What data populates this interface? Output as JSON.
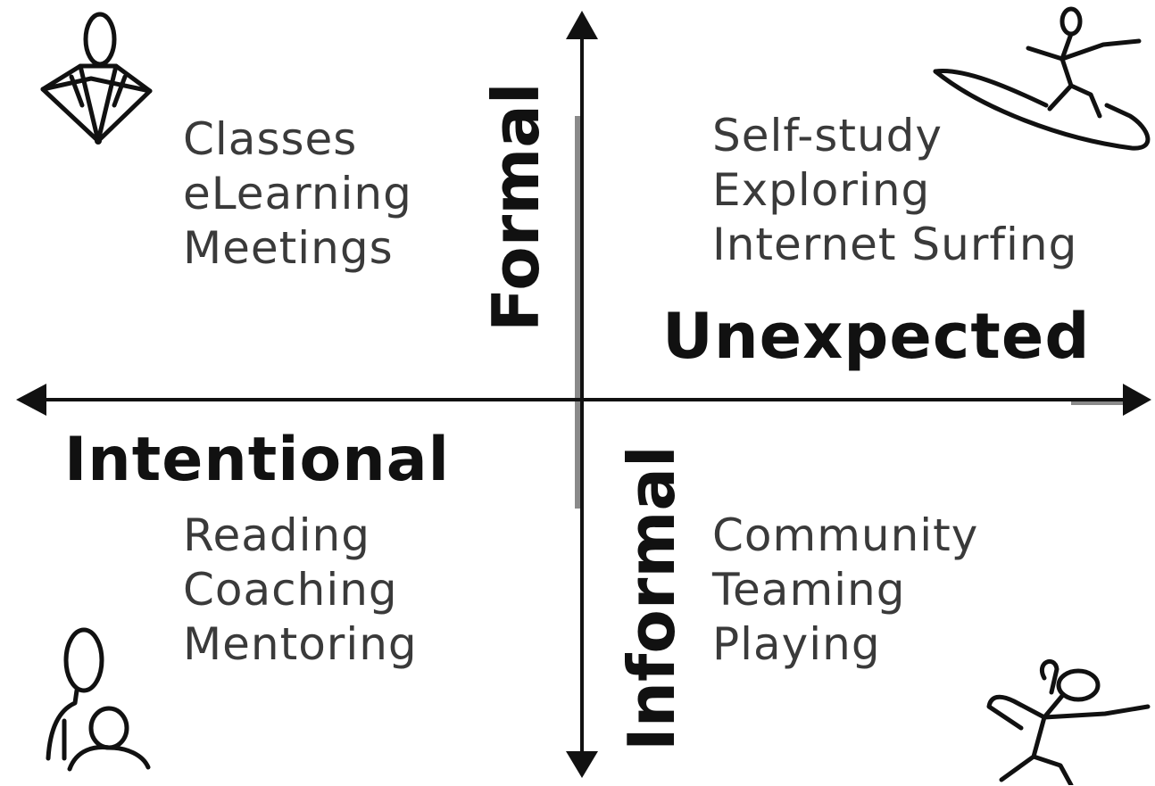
{
  "axes": {
    "top": "Formal",
    "bottom": "Informal",
    "right": "Unexpected",
    "left": "Intentional"
  },
  "quadrants": {
    "top_left": [
      "Classes",
      "eLearning",
      "Meetings"
    ],
    "top_right": [
      "Self-study",
      "Exploring",
      "Internet Surfing"
    ],
    "bottom_left": [
      "Reading",
      "Coaching",
      "Mentoring"
    ],
    "bottom_right": [
      "Community",
      "Teaming",
      "Playing"
    ]
  },
  "illustrations": {
    "top_left": "meditating-person-icon",
    "top_right": "surfer-icon",
    "bottom_left": "mentor-and-student-icon",
    "bottom_right": "playing-person-icon"
  },
  "colors": {
    "axis": "#111111",
    "axis_shadow": "#8a8a8a",
    "list_text": "#3a3a3a",
    "label_text": "#111111"
  }
}
